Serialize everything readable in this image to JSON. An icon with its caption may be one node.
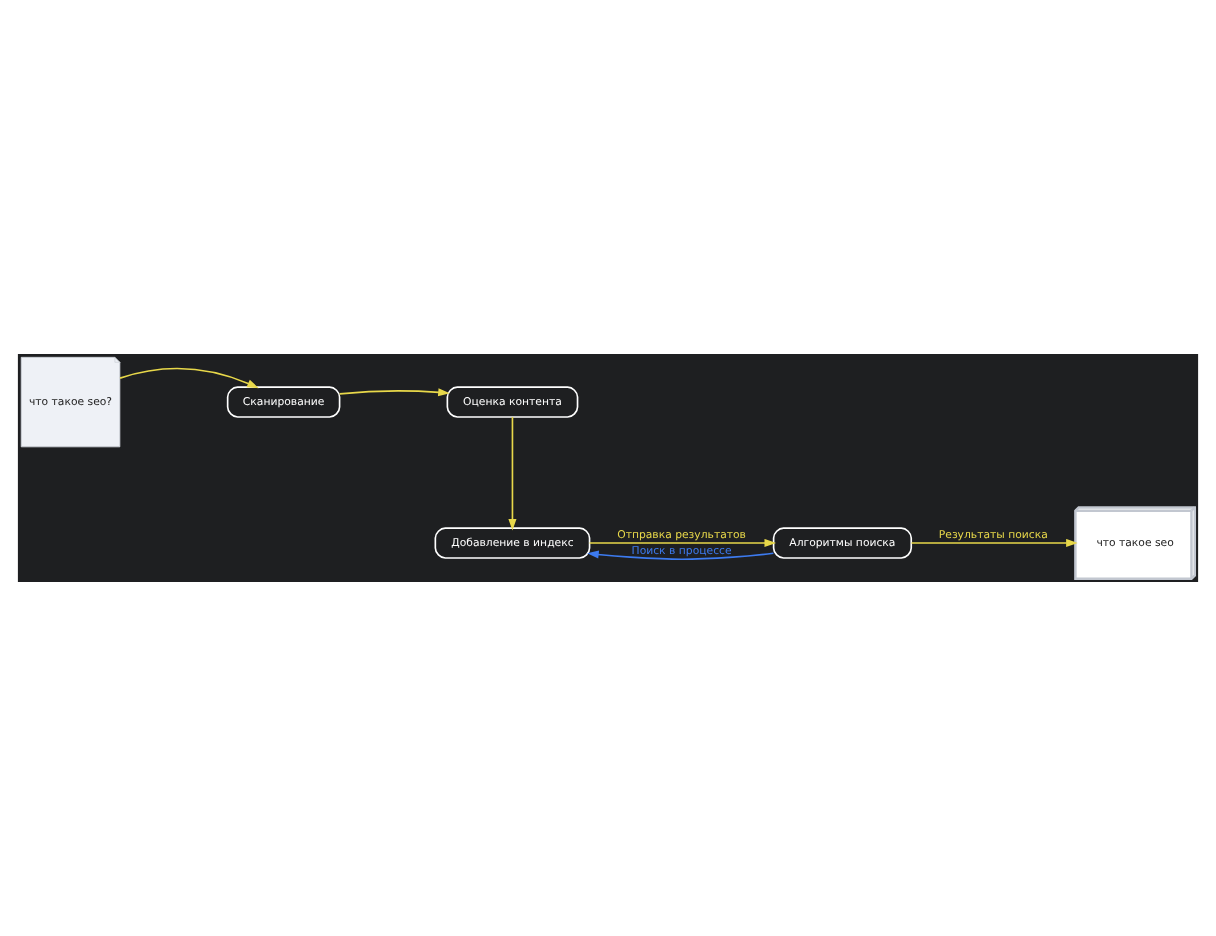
{
  "diagram": {
    "nodes": [
      {
        "text": [
          "что такое seo?"
        ]
      },
      {
        "text": [
          "Сканирование"
        ]
      },
      {
        "text": [
          "Оценка контента"
        ]
      },
      {
        "text": [
          "Добавление в индекс"
        ]
      },
      {
        "text": [
          "Алгоритмы поиска"
        ]
      },
      {
        "text": [
          "что такое seo"
        ]
      }
    ],
    "edges": [
      {
        "from": 0,
        "to": 1,
        "arrow": "to"
      },
      {
        "from": 1,
        "to": 2,
        "arrow": "to"
      },
      {
        "from": 2,
        "to": 3,
        "arrow": "to"
      },
      {
        "from": 3,
        "to": 4,
        "arrow": "to",
        "label": "Отправка результатов"
      },
      {
        "from": 4,
        "to": 3,
        "arrow": "to",
        "label": "Поиск в процессе",
        "color": "#3d7bf0"
      },
      {
        "from": 4,
        "to": 5,
        "arrow": "to",
        "label": "Результаты поиска"
      }
    ]
  }
}
